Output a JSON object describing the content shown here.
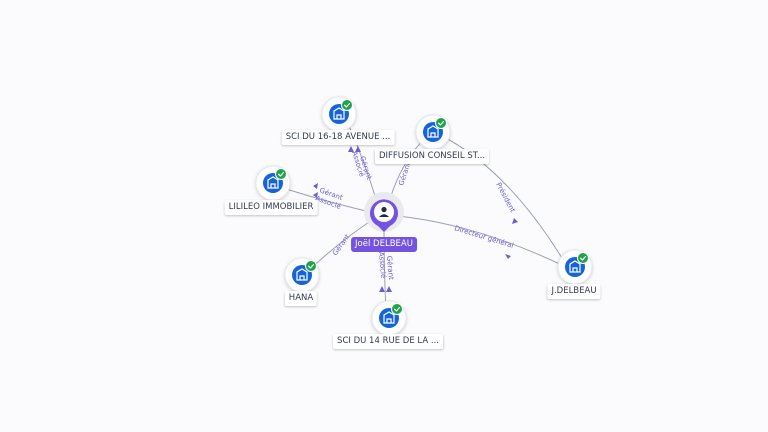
{
  "diagram": {
    "center": {
      "label": "Joël DELBEAU",
      "icon": "person-icon"
    },
    "companies": [
      {
        "id": "sci16",
        "label": "SCI DU 16-18 AVENUE ...",
        "icon": "building-icon",
        "badge": "verified-check-icon"
      },
      {
        "id": "diffusion",
        "label": "DIFFUSION CONSEIL ST...",
        "icon": "building-icon",
        "badge": "verified-check-icon"
      },
      {
        "id": "lilileo",
        "label": "LILILEO IMMOBILIER",
        "icon": "building-icon",
        "badge": "verified-check-icon"
      },
      {
        "id": "hana",
        "label": "HANA",
        "icon": "building-icon",
        "badge": "verified-check-icon"
      },
      {
        "id": "sci14",
        "label": "SCI DU 14 RUE DE LA ...",
        "icon": "building-icon",
        "badge": "verified-check-icon"
      },
      {
        "id": "jdelbeau",
        "label": "J.DELBEAU",
        "icon": "building-icon",
        "badge": "verified-check-icon"
      }
    ],
    "relations": [
      {
        "from": "center",
        "to": "sci16",
        "labels": [
          "Gérant",
          "Associé"
        ]
      },
      {
        "from": "center",
        "to": "diffusion",
        "labels": [
          "Gérant"
        ]
      },
      {
        "from": "center",
        "to": "lilileo",
        "labels": [
          "Gérant",
          "Associé"
        ]
      },
      {
        "from": "center",
        "to": "hana",
        "labels": [
          "Gérant"
        ]
      },
      {
        "from": "center",
        "to": "sci14",
        "labels": [
          "Gérant",
          "Associé"
        ]
      },
      {
        "from": "center",
        "to": "jdelbeau",
        "labels": [
          "Directeur général"
        ]
      },
      {
        "from": "diffusion",
        "to": "jdelbeau",
        "labels": [
          "Président"
        ]
      }
    ]
  },
  "colors": {
    "company_node": "#1565d8",
    "verified_badge": "#21a34e",
    "person_accent": "#7353e0",
    "edge": "#9aa0b4",
    "edge_label": "#6a5fd1"
  }
}
